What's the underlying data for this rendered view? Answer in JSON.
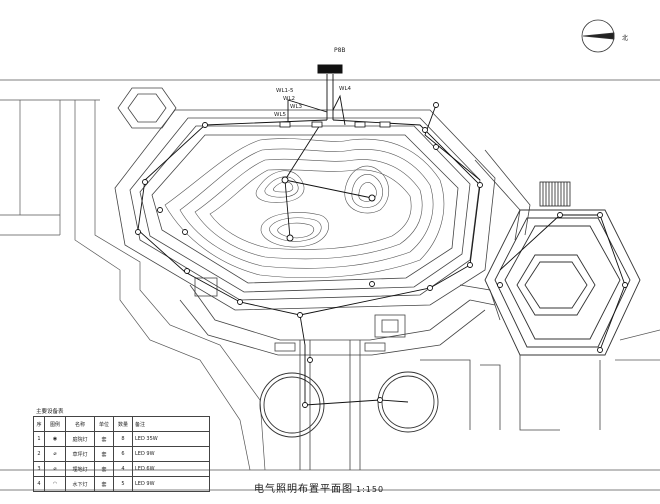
{
  "drawing": {
    "title": "电气照明布置平面图",
    "scale": "1:150",
    "north_label": "北",
    "pole_label": "P8B",
    "circuit_labels": [
      "WL1-5",
      "WL2",
      "WL3",
      "WL4",
      "WL5"
    ]
  },
  "legend": {
    "title": "主要设备表",
    "header": [
      "序",
      "图例",
      "名称",
      "单位",
      "数量",
      "备注"
    ],
    "rows": [
      [
        "1",
        "◉",
        "庭院灯",
        "套",
        "8",
        "LED 35W"
      ],
      [
        "2",
        "⌀",
        "草坪灯",
        "套",
        "6",
        "LED 9W"
      ],
      [
        "3",
        "⌀",
        "埋地灯",
        "套",
        "4",
        "LED 6W"
      ],
      [
        "4",
        "◠",
        "水下灯",
        "套",
        "5",
        "LED 9W"
      ]
    ]
  },
  "colors": {
    "line": "#3a3a3a",
    "thin": "#6a6a6a",
    "circuit": "#1a1a1a"
  }
}
